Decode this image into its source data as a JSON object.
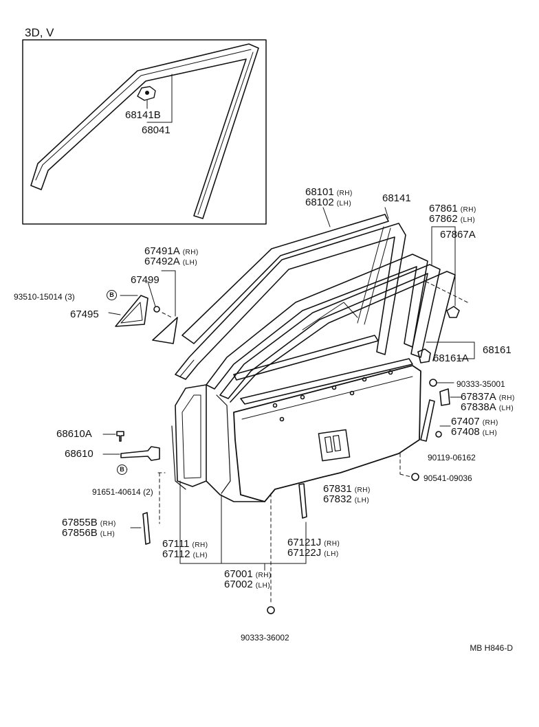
{
  "inset": {
    "title": "3D, V",
    "parts": [
      "68141B",
      "68041"
    ]
  },
  "callouts": [
    {
      "id": "68101",
      "text": "68101",
      "suffix": "(RH)"
    },
    {
      "id": "68102",
      "text": "68102",
      "suffix": "(LH)"
    },
    {
      "id": "68141",
      "text": "68141",
      "suffix": ""
    },
    {
      "id": "67861",
      "text": "67861",
      "suffix": "(RH)"
    },
    {
      "id": "67862",
      "text": "67862",
      "suffix": "(LH)"
    },
    {
      "id": "67867A",
      "text": "67867A",
      "suffix": ""
    },
    {
      "id": "67491A",
      "text": "67491A",
      "suffix": "(RH)"
    },
    {
      "id": "67492A",
      "text": "67492A",
      "suffix": "(LH)"
    },
    {
      "id": "67499",
      "text": "67499",
      "suffix": ""
    },
    {
      "id": "93510-15014",
      "text": "93510-15014",
      "suffix": "(3)"
    },
    {
      "id": "67495",
      "text": "67495",
      "suffix": ""
    },
    {
      "id": "68161",
      "text": "68161",
      "suffix": ""
    },
    {
      "id": "68161A",
      "text": "68161A",
      "suffix": ""
    },
    {
      "id": "90333-35001",
      "text": "90333-35001",
      "suffix": ""
    },
    {
      "id": "67837A",
      "text": "67837A",
      "suffix": "(RH)"
    },
    {
      "id": "67838A",
      "text": "67838A",
      "suffix": "(LH)"
    },
    {
      "id": "67407",
      "text": "67407",
      "suffix": "(RH)"
    },
    {
      "id": "67408",
      "text": "67408",
      "suffix": "(LH)"
    },
    {
      "id": "90119-06162",
      "text": "90119-06162",
      "suffix": ""
    },
    {
      "id": "90541-09036",
      "text": "90541-09036",
      "suffix": ""
    },
    {
      "id": "68610A",
      "text": "68610A",
      "suffix": ""
    },
    {
      "id": "68610",
      "text": "68610",
      "suffix": ""
    },
    {
      "id": "91651-40614",
      "text": "91651-40614",
      "suffix": "(2)"
    },
    {
      "id": "67831",
      "text": "67831",
      "suffix": "(RH)"
    },
    {
      "id": "67832",
      "text": "67832",
      "suffix": "(LH)"
    },
    {
      "id": "67855B",
      "text": "67855B",
      "suffix": "(RH)"
    },
    {
      "id": "67856B",
      "text": "67856B",
      "suffix": "(LH)"
    },
    {
      "id": "67111",
      "text": "67111",
      "suffix": "(RH)"
    },
    {
      "id": "67112",
      "text": "67112",
      "suffix": "(LH)"
    },
    {
      "id": "67121J",
      "text": "67121J",
      "suffix": "(RH)"
    },
    {
      "id": "67122J",
      "text": "67122J",
      "suffix": "(LH)"
    },
    {
      "id": "67001",
      "text": "67001",
      "suffix": "(RH)"
    },
    {
      "id": "67002",
      "text": "67002",
      "suffix": "(LH)"
    },
    {
      "id": "90333-36002",
      "text": "90333-36002",
      "suffix": ""
    }
  ],
  "badges": {
    "b1": "B",
    "b2": "B"
  },
  "drawing_code": "MB  H846-D"
}
